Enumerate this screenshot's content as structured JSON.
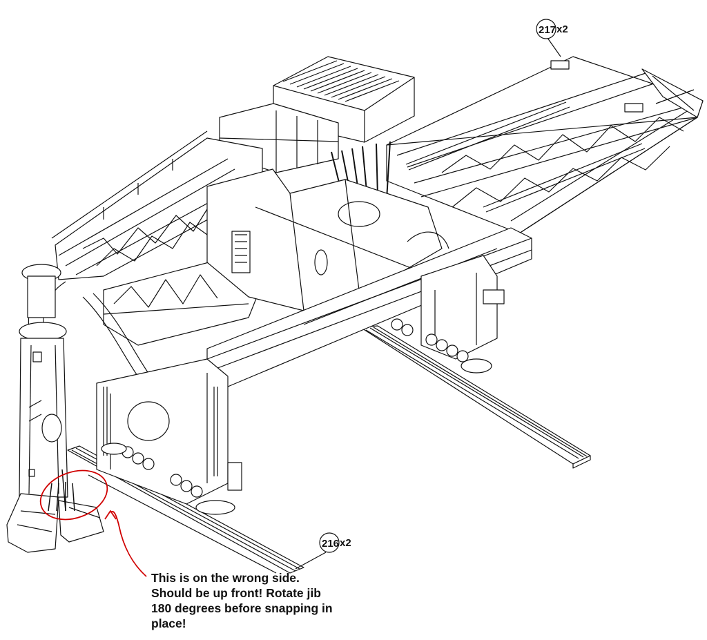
{
  "callouts": [
    {
      "part": "217",
      "qty": "x2"
    },
    {
      "part": "216",
      "qty": "x2"
    }
  ],
  "annotation": {
    "lines": [
      "This is on the wrong side.",
      "Should be up front!  Rotate jib",
      "180 degrees before snapping in",
      "place!"
    ],
    "color": "#d00000"
  },
  "colors": {
    "line": "#111111",
    "highlight": "#d00000"
  }
}
